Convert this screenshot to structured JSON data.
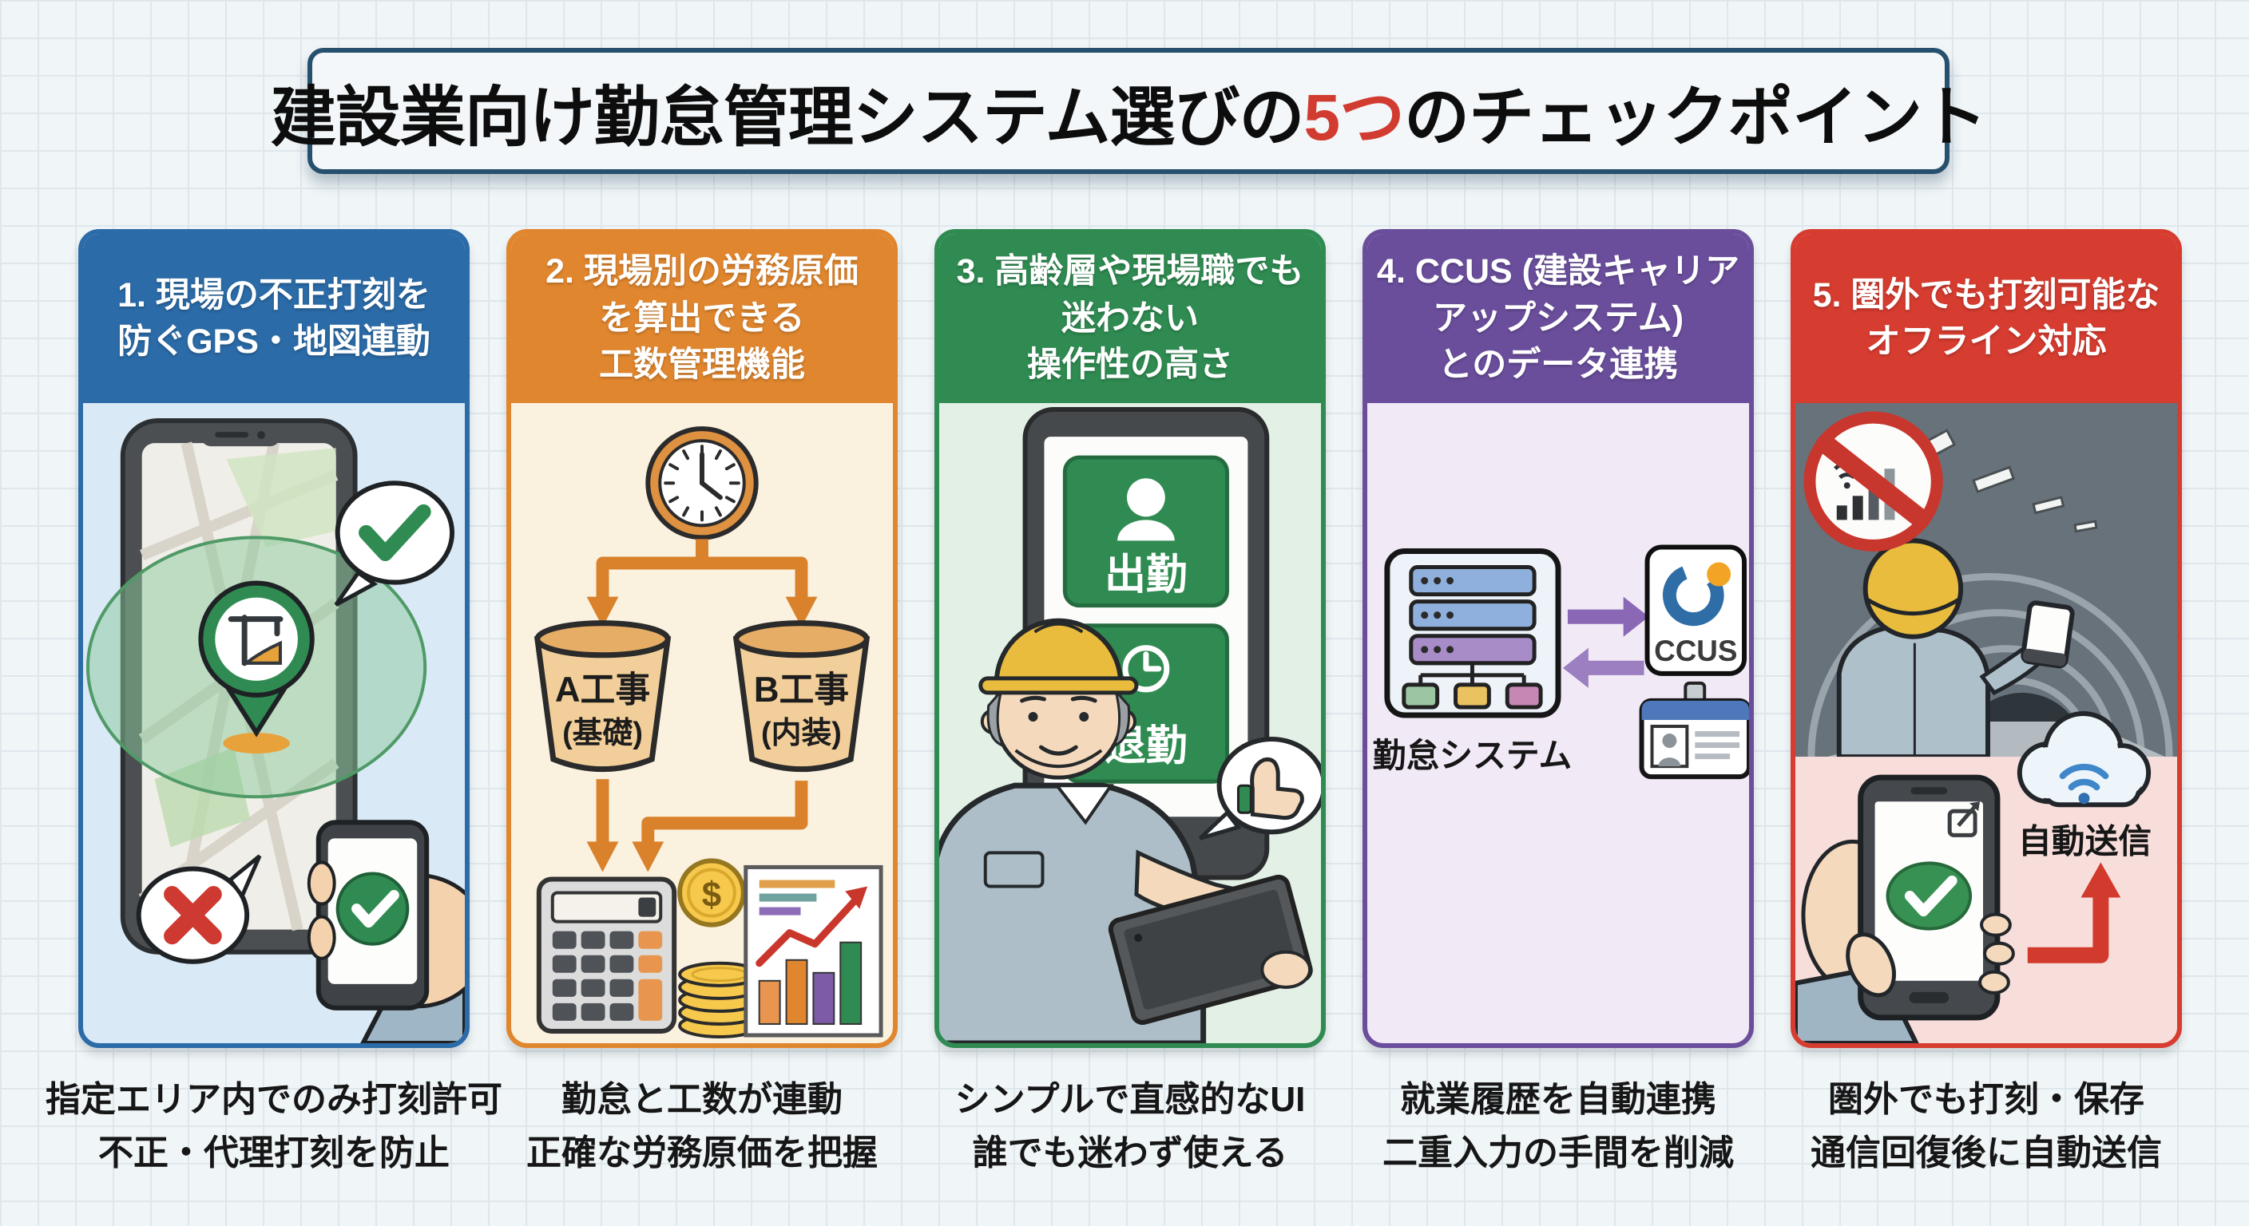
{
  "title": {
    "prefix": "建設業向け勤怠管理システム選びの",
    "highlight": "5つ",
    "suffix": "のチェックポイント",
    "highlight_color": "#d23b2f",
    "border_color": "#27506e"
  },
  "background": {
    "paper": "#f0f5f7",
    "grid_line": "#dee7ec"
  },
  "cards": [
    {
      "header_lines": [
        "1. 現場の不正打刻を",
        "防ぐGPS・地図連動"
      ],
      "accent": "#2b6ba7",
      "body_bg": "#d9e9f6",
      "caption_lines": [
        "指定エリア内でのみ打刻許可",
        "不正・代理打刻を防止"
      ]
    },
    {
      "header_lines": [
        "2. 現場別の労務原価",
        "を算出できる",
        "工数管理機能"
      ],
      "accent": "#e0862e",
      "body_bg": "#faf1df",
      "caption_lines": [
        "勤怠と工数が連動",
        "正確な労務原価を把握"
      ],
      "labels": {
        "bucket_a_1": "A工事",
        "bucket_a_2": "(基礎)",
        "bucket_b_1": "B工事",
        "bucket_b_2": "(内装)",
        "coin": "$"
      }
    },
    {
      "header_lines": [
        "3. 高齢層や現場職でも",
        "迷わない",
        "操作性の高さ"
      ],
      "accent": "#2f8b51",
      "body_bg": "#e3f0e5",
      "caption_lines": [
        "シンプルで直感的なUI",
        "誰でも迷わず使える"
      ],
      "labels": {
        "clock_in": "出勤",
        "clock_out": "退勤"
      }
    },
    {
      "header_lines": [
        "4. CCUS (建設キャリア",
        "アップシステム)",
        "とのデータ連携"
      ],
      "accent": "#6a4e9c",
      "body_bg": "#f1e9f6",
      "caption_lines": [
        "就業履歴を自動連携",
        "二重入力の手間を削減"
      ],
      "labels": {
        "system": "勤怠システム",
        "ccus": "CCUS"
      }
    },
    {
      "header_lines": [
        "5. 圏外でも打刻可能な",
        "オフライン対応"
      ],
      "accent": "#d63c30",
      "body_bg": "#f8dedb",
      "caption_lines": [
        "圏外でも打刻・保存",
        "通信回復後に自動送信"
      ],
      "labels": {
        "auto_send": "自動送信"
      }
    }
  ]
}
